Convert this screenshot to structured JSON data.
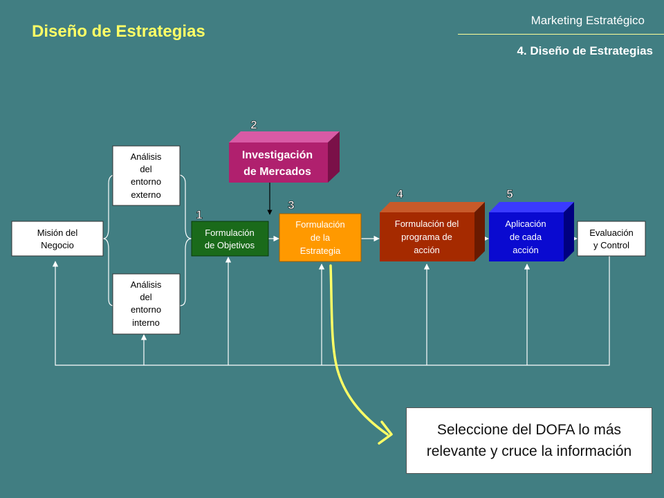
{
  "title": "Diseño de Estrategias",
  "header": {
    "brand": "Marketing Estratégico",
    "section": "4. Diseño de Estrategias"
  },
  "boxes": {
    "mision": [
      "Misión del",
      "Negocio"
    ],
    "externo": [
      "Análisis",
      "del",
      "entorno",
      "externo"
    ],
    "interno": [
      "Análisis",
      "del",
      "entorno",
      "interno"
    ],
    "objetivos": [
      "Formulación",
      "de Objetivos"
    ],
    "investigacion": [
      "Investigación",
      "de Mercados"
    ],
    "estrategia": [
      "Formulación",
      "de la",
      "Estrategia"
    ],
    "programa": [
      "Formulación del",
      "programa de",
      "acción"
    ],
    "aplicacion": [
      "Aplicación",
      "de cada",
      "acción"
    ],
    "evaluacion": [
      "Evaluación",
      "y Control"
    ]
  },
  "steps": {
    "one": "1",
    "two": "2",
    "three": "3",
    "four": "4",
    "five": "5"
  },
  "callout": "Seleccione del DOFA lo más relevante y cruce la información",
  "colors": {
    "background": "#417e82",
    "title": "#ffff66",
    "objetivos": "#1a6a1a",
    "investigacion": "#b0206e",
    "estrategia": "#ff9900",
    "programa": "#a52a00",
    "aplicacion": "#0a0ad0",
    "highlight_curve": "#ffff66"
  }
}
